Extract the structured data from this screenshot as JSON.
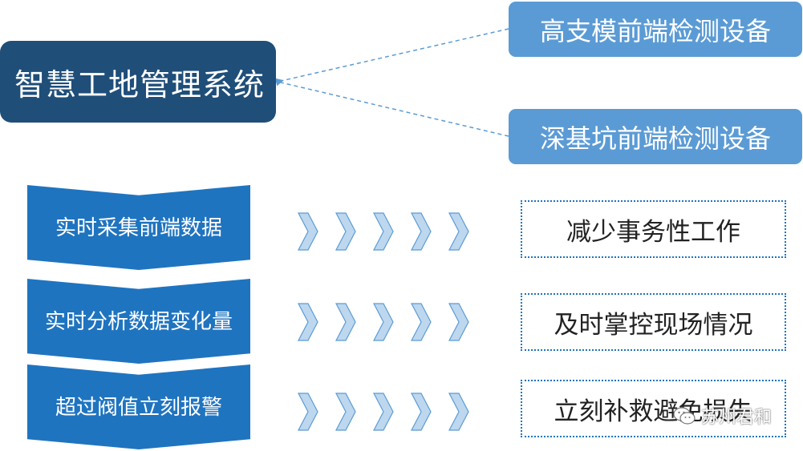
{
  "system": {
    "label": "智慧工地管理系统"
  },
  "devices": [
    {
      "label": "高支模前端检测设备"
    },
    {
      "label": "深基坑前端检测设备"
    }
  ],
  "steps": [
    {
      "label": "实时采集前端数据",
      "result": "减少事务性工作"
    },
    {
      "label": "实时分析数据变化量",
      "result": "及时掌控现场情况"
    },
    {
      "label": "超过阀值立刻报警",
      "result": "立刻补救避免损失"
    }
  ],
  "watermark": {
    "text": "苏州君和",
    "icon": "wechat-icon"
  },
  "colors": {
    "system_bg": "#1f4e79",
    "device_bg": "#5b9bd5",
    "step_bg": "#1f74c0",
    "arrow_fill": "#bdd7ee",
    "arrow_stroke": "#5b9bd5",
    "result_border": "#1f74c0"
  }
}
